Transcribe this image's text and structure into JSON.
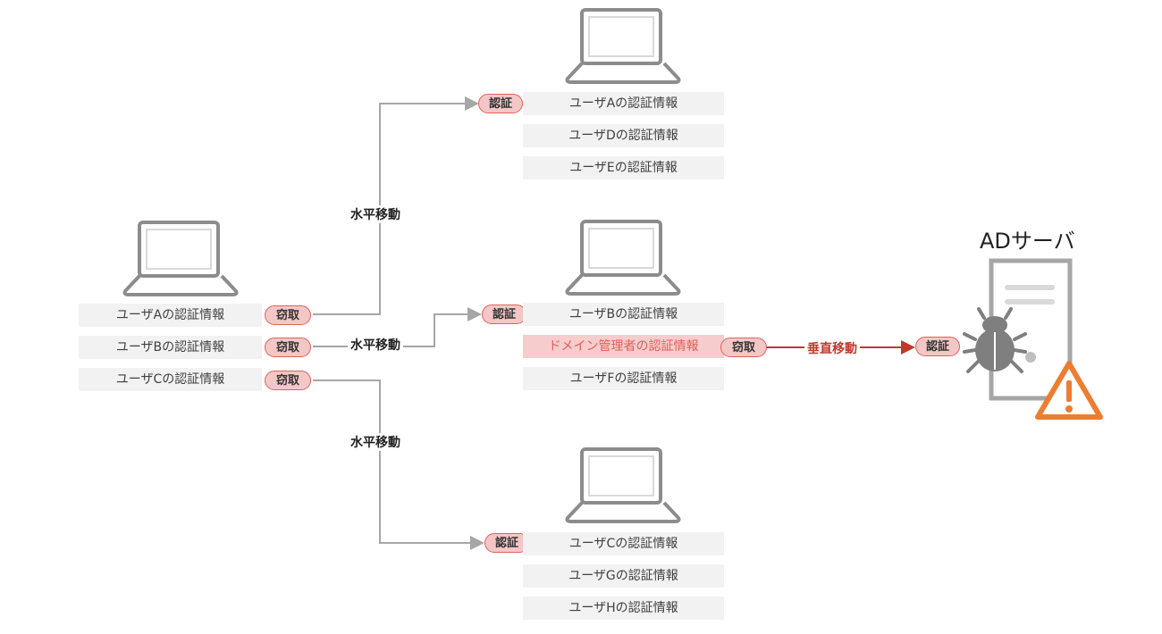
{
  "source_laptop": {
    "credentials": [
      "ユーザAの認証情報",
      "ユーザBの認証情報",
      "ユーザCの認証情報"
    ]
  },
  "labels": {
    "steal": "窃取",
    "auth": "認証",
    "lateral_move": "水平移動",
    "vertical_move": "垂直移動"
  },
  "top_laptop": {
    "credentials": [
      "ユーザAの認証情報",
      "ユーザDの認証情報",
      "ユーザEの認証情報"
    ]
  },
  "middle_laptop": {
    "credentials": [
      "ユーザBの認証情報",
      "ドメイン管理者の認証情報",
      "ユーザFの認証情報"
    ]
  },
  "bottom_laptop": {
    "credentials": [
      "ユーザCの認証情報",
      "ユーザGの認証情報",
      "ユーザHの認証情報"
    ]
  },
  "ad_server": {
    "title": "ADサーバ"
  },
  "colors": {
    "line": "#a6a6a6",
    "red": "#c0392b",
    "badge_fill": "#f4c7c7",
    "warning": "#ed7d31"
  },
  "icons": [
    "laptop-icon",
    "server-icon",
    "bug-icon",
    "warning-icon"
  ]
}
